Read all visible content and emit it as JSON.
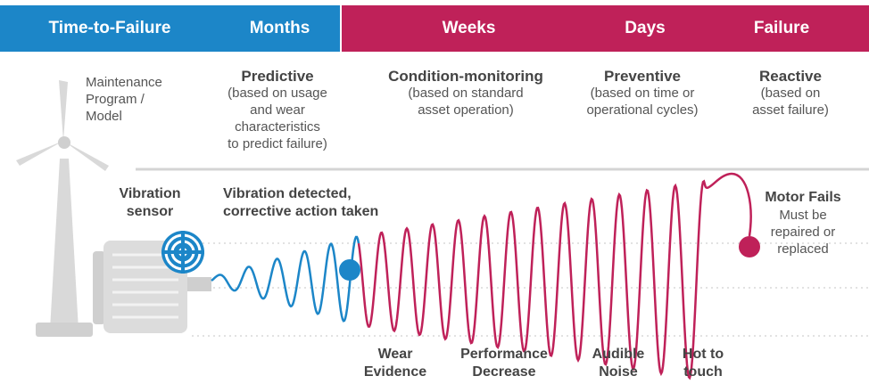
{
  "header": {
    "time_to_failure": "Time-to-Failure",
    "months": "Months",
    "weeks": "Weeks",
    "days": "Days",
    "failure": "Failure"
  },
  "colors": {
    "blue": "#1c86c8",
    "magenta": "#bf2159",
    "gray": "#d4d4d4"
  },
  "programs": {
    "model_label_l1": "Maintenance",
    "model_label_l2": "Program /",
    "model_label_l3": "Model",
    "predictive": {
      "title": "Predictive",
      "l1": "(based on usage",
      "l2": "and wear",
      "l3": "characteristics",
      "l4": "to predict failure)"
    },
    "condition": {
      "title": "Condition-monitoring",
      "l1": "(based on standard",
      "l2": "asset operation)"
    },
    "preventive": {
      "title": "Preventive",
      "l1": "(based on time or",
      "l2": "operational cycles)"
    },
    "reactive": {
      "title": "Reactive",
      "l1": "(based on",
      "l2": "asset failure)"
    }
  },
  "annotations": {
    "sensor_l1": "Vibration",
    "sensor_l2": "sensor",
    "detected_l1": "Vibration detected,",
    "detected_l2": "corrective action taken",
    "motor_fails": "Motor Fails",
    "must_be_l1": "Must be",
    "must_be_l2": "repaired or",
    "must_be_l3": "replaced"
  },
  "symptoms": {
    "wear_l1": "Wear",
    "wear_l2": "Evidence",
    "perf_l1": "Performance",
    "perf_l2": "Decrease",
    "audible_l1": "Audible",
    "audible_l2": "Noise",
    "hot_l1": "Hot to",
    "hot_l2": "touch"
  }
}
